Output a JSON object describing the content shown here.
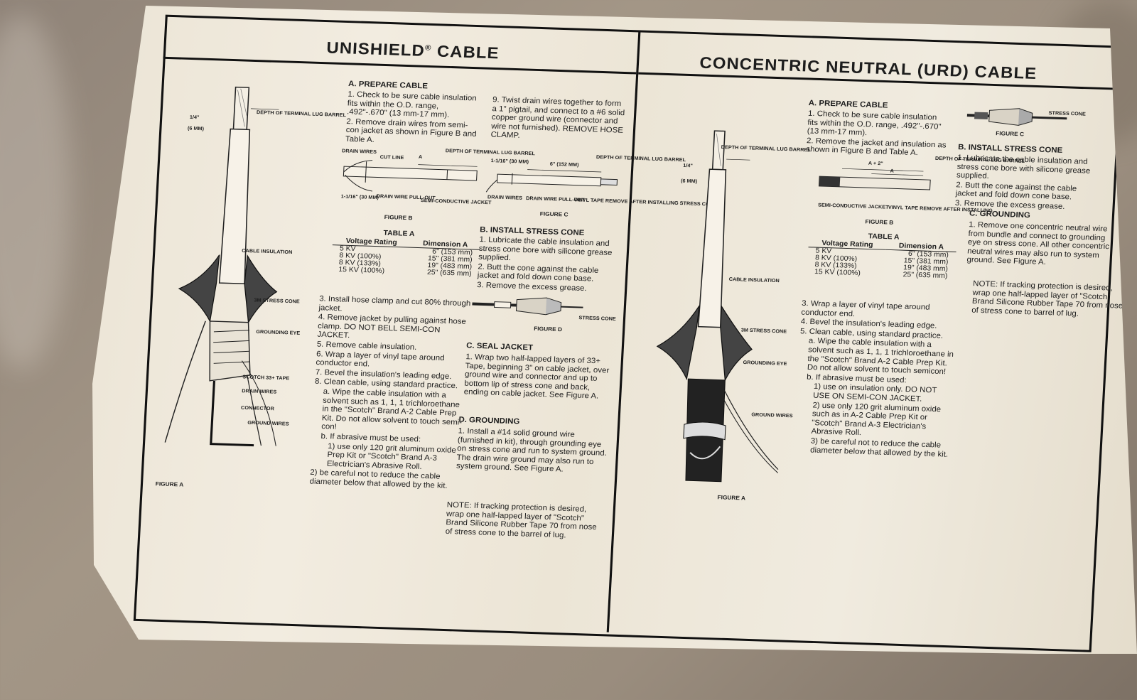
{
  "left": {
    "title": "UNISHIELD",
    "title_mark": "®",
    "title_suffix": " CABLE",
    "prepare": {
      "heading": "A. PREPARE CABLE",
      "items": [
        "1. Check to be sure cable insulation fits within the O.D. range, .492\"-.670\" (13 mm-17 mm).",
        "2. Remove drain wires from semi-con jacket as shown in Figure B and Table A."
      ]
    },
    "figure_b": {
      "caption": "FIGURE B",
      "labels": [
        "DRAIN WIRES",
        "CUT LINE",
        "A",
        "DEPTH OF TERMINAL LUG BARREL",
        "1-1/16\" (30 mm)",
        "DRAIN WIRE PULL-OUT",
        "SEMI-CONDUCTIVE JACKET"
      ]
    },
    "table_a": {
      "caption": "TABLE A",
      "headers": [
        "Voltage Rating",
        "Dimension A"
      ],
      "rows": [
        [
          "5 KV",
          "6\" (153 mm)"
        ],
        [
          "8 KV (100%)",
          "15\" (381 mm)"
        ],
        [
          "8 KV (133%)",
          "19\" (483 mm)"
        ],
        [
          "15 KV (100%)",
          "25\" (635 mm)"
        ]
      ]
    },
    "steps_3_8": [
      "3. Install hose clamp and cut 80% through jacket.",
      "4. Remove jacket by pulling against hose clamp. DO NOT BELL SEMI-CON JACKET.",
      "5. Remove cable insulation.",
      "6. Wrap a layer of vinyl tape around conductor end.",
      "7. Bevel the insulation's leading edge.",
      "8. Clean cable, using standard practice."
    ],
    "sub_a": "a. Wipe the cable insulation with a solvent such as 1, 1, 1 trichloroethane in the \"Scotch\" Brand A-2 Cable Prep Kit. Do not allow solvent to touch semi-con!",
    "sub_b": "b. If abrasive must be used:",
    "sub_b1": "1) use only 120 grit aluminum oxide Prep Kit or \"Scotch\" Brand A-3 Electrician's Abrasive Roll.",
    "sub_b2": "2) be careful not to reduce the cable diameter below that allowed by the kit.",
    "step9": "9. Twist drain wires together to form a 1\" pigtail, and connect to a #6 solid copper ground wire (connector and wire not furnished). REMOVE HOSE CLAMP.",
    "figure_c": {
      "caption": "FIGURE C",
      "labels": [
        "1-1/16\" (30 mm)",
        "6\" (152 mm)",
        "DEPTH OF TERMINAL LUG BARREL",
        "DRAIN WIRES",
        "DRAIN WIRE PULL-OUT",
        "VINYL TAPE REMOVE AFTER INSTALLING STRESS CONE"
      ]
    },
    "stress": {
      "heading": "B. INSTALL STRESS CONE",
      "items": [
        "1. Lubricate the cable insulation and stress cone bore with silicone grease supplied.",
        "2. Butt the cone against the cable jacket and fold down cone base.",
        "3. Remove the excess grease."
      ]
    },
    "figure_d": {
      "caption": "FIGURE D",
      "labels": [
        "STRESS CONE"
      ]
    },
    "seal": {
      "heading": "C. SEAL JACKET",
      "text": "1. Wrap two half-lapped layers of 33+ Tape, beginning 3\" on cable jacket, over ground wire and connector and up to bottom lip of stress cone and back, ending on cable jacket. See Figure A."
    },
    "grounding": {
      "heading": "D. GROUNDING",
      "text": "1. Install a #14 solid ground wire (furnished in kit), through grounding eye on stress cone and run to system ground. The drain wire ground may also run to system ground. See Figure A."
    },
    "note": "NOTE: If tracking protection is desired, wrap one half-lapped layer of \"Scotch\" Brand Silicone Rubber Tape 70 from nose of stress cone to the barrel of lug.",
    "figure_a": {
      "caption": "FIGURE A",
      "labels": [
        "DEPTH OF TERMINAL LUG BARREL",
        "1/4\"",
        "(6 mm)",
        "CABLE INSULATION",
        "3M STRESS CONE",
        "GROUNDING EYE",
        "SCOTCH 33+ TAPE",
        "DRAIN WIRES",
        "CONNECTOR",
        "GROUND WIRES"
      ]
    }
  },
  "right": {
    "title": "CONCENTRIC NEUTRAL (URD) CABLE",
    "prepare": {
      "heading": "A. PREPARE CABLE",
      "items": [
        "1. Check to be sure cable insulation fits within the O.D. range, .492\"-.670\" (13 mm-17 mm).",
        "2. Remove the jacket and insulation as shown in Figure B and Table A."
      ]
    },
    "figure_c": {
      "caption": "FIGURE C",
      "labels": [
        "STRESS CONE"
      ]
    },
    "figure_b": {
      "caption": "FIGURE B",
      "labels": [
        "A + 2\"",
        "A",
        "DEPTH OF TERMINAL LUG BARREL",
        "SEMI-CONDUCTIVE JACKET",
        "VINYL TAPE REMOVE AFTER INSTALLING"
      ]
    },
    "table_a": {
      "caption": "TABLE A",
      "headers": [
        "Voltage Rating",
        "Dimension A"
      ],
      "rows": [
        [
          "5 KV",
          "6\" (153 mm)"
        ],
        [
          "8 KV (100%)",
          "15\" (381 mm)"
        ],
        [
          "8 KV (133%)",
          "19\" (483 mm)"
        ],
        [
          "15 KV (100%)",
          "25\" (635 mm)"
        ]
      ]
    },
    "steps_3_5": [
      "3. Wrap a layer of vinyl tape around conductor end.",
      "4. Bevel the insulation's leading edge.",
      "5. Clean cable, using standard practice."
    ],
    "sub_a": "a. Wipe the cable insulation with a solvent such as 1, 1, 1 trichloroethane in the \"Scotch\" Brand A-2 Cable Prep Kit. Do not allow solvent to touch semicon!",
    "sub_b": "b. If abrasive must be used:",
    "sub_b1": "1) use on insulation only. DO NOT USE ON SEMI-CON JACKET.",
    "sub_b2": "2) use only 120 grit aluminum oxide such as in A-2 Cable Prep Kit or \"Scotch\" Brand A-3 Electrician's Abrasive Roll.",
    "sub_b3": "3) be careful not to reduce the cable diameter below that allowed by the kit.",
    "stress": {
      "heading": "B. INSTALL STRESS CONE",
      "items": [
        "1. Lubricate the cable insulation and stress cone bore with silicone grease supplied.",
        "2. Butt the cone against the cable jacket and fold down cone base.",
        "3. Remove the excess grease."
      ]
    },
    "grounding": {
      "heading": "C. GROUNDING",
      "text": "1. Remove one concentric neutral wire from bundle and connect to grounding eye on stress cone. All other concentric neutral wires may also run to system ground. See Figure A."
    },
    "note": "NOTE: If tracking protection is desired, wrap one half-lapped layer of \"Scotch\" Brand Silicone Rubber Tape 70 from nose of stress cone to barrel of lug.",
    "figure_a": {
      "caption": "FIGURE A",
      "labels": [
        "DEPTH OF TERMINAL LUG BARREL",
        "1/4\"",
        "(6 mm)",
        "CABLE INSULATION",
        "3M STRESS CONE",
        "GROUNDING EYE",
        "GROUND WIRES"
      ]
    }
  }
}
